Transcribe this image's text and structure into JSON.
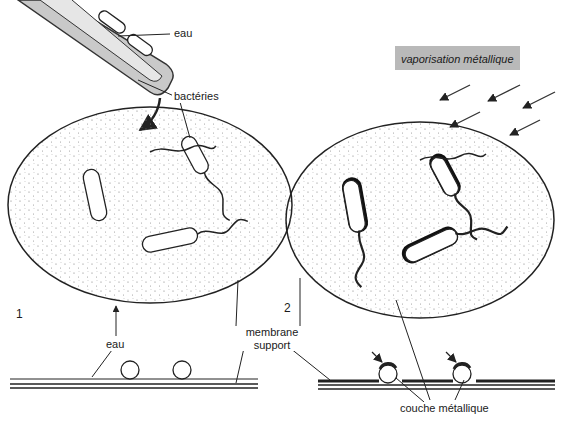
{
  "diagram": {
    "nodes": [
      {
        "text": [
          "vaporisation métallique"
        ]
      }
    ],
    "labels": [
      "eau",
      "bactéries",
      "1",
      "eau",
      "membrane support",
      "2",
      "couche métallique"
    ]
  }
}
